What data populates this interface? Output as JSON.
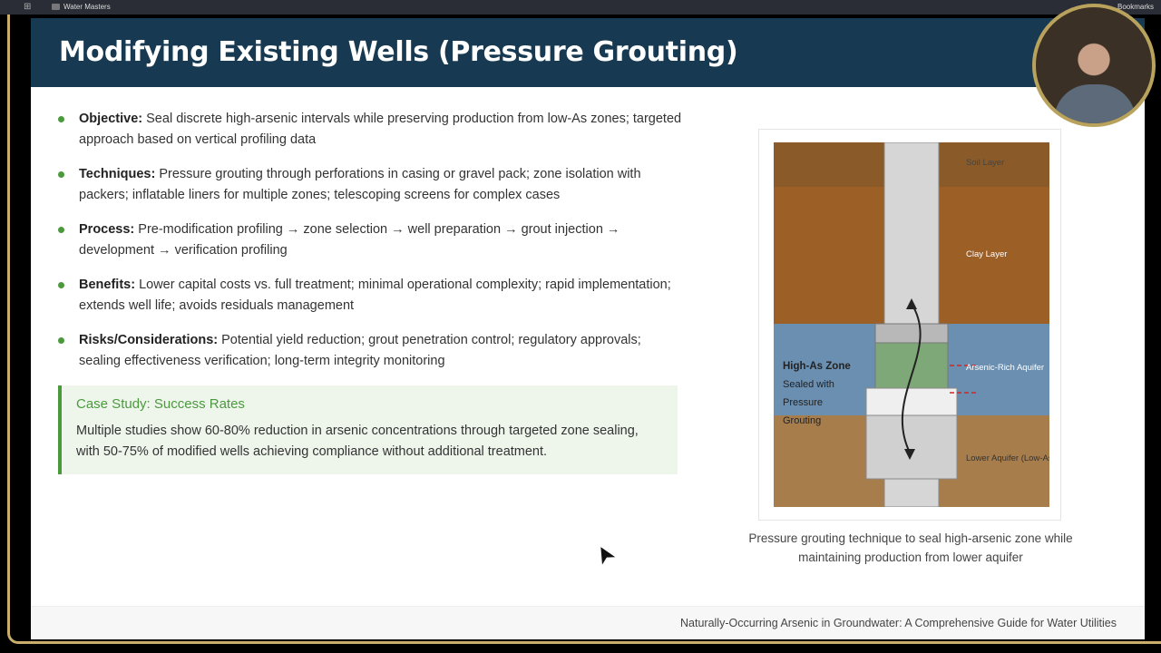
{
  "browser": {
    "tab_title": "Water Masters",
    "bookmarks": "Bookmarks"
  },
  "slide": {
    "title": "Modifying Existing Wells (Pressure Grouting)",
    "bullets": [
      {
        "label": "Objective:",
        "text": " Seal discrete high-arsenic intervals while preserving production from low-As zones; targeted approach based on vertical profiling data"
      },
      {
        "label": "Techniques:",
        "text": " Pressure grouting through perforations in casing or gravel pack; zone isolation with packers; inflatable liners for multiple zones; telescoping screens for complex cases"
      },
      {
        "label": "Process:",
        "text": " Pre-modification profiling → zone selection → well preparation → grout injection → development → verification profiling"
      },
      {
        "label": "Benefits:",
        "text": " Lower capital costs vs. full treatment; minimal operational complexity; rapid implementation; extends well life; avoids residuals management"
      },
      {
        "label": "Risks/Considerations:",
        "text": " Potential yield reduction; grout penetration control; regulatory approvals; sealing effectiveness verification; long-term integrity monitoring"
      }
    ],
    "case_study": {
      "title": "Case Study: Success Rates",
      "text": "Multiple studies show 60-80% reduction in arsenic concentrations through targeted zone sealing, with 50-75% of modified wells achieving compliance without additional treatment."
    },
    "diagram": {
      "layers": {
        "soil": "Soil Layer",
        "clay": "Clay Layer",
        "arsenic": "Arsenic-Rich Aquifer",
        "lower": "Lower Aquifer (Low-As)"
      },
      "zone_title": "High-As Zone",
      "zone_lines": [
        "Sealed with",
        "Pressure",
        "Grouting"
      ],
      "colors": {
        "soil": "#8a5a28",
        "clay": "#9c5f26",
        "arsenic": "#6a8fb0",
        "lower": "#a87d4c",
        "grout": "#7fa878",
        "marker": "#e02020"
      }
    },
    "caption": "Pressure grouting technique to seal high-arsenic zone while maintaining production from lower aquifer",
    "footer": "Naturally-Occurring Arsenic in Groundwater: A Comprehensive Guide for Water Utilities"
  }
}
